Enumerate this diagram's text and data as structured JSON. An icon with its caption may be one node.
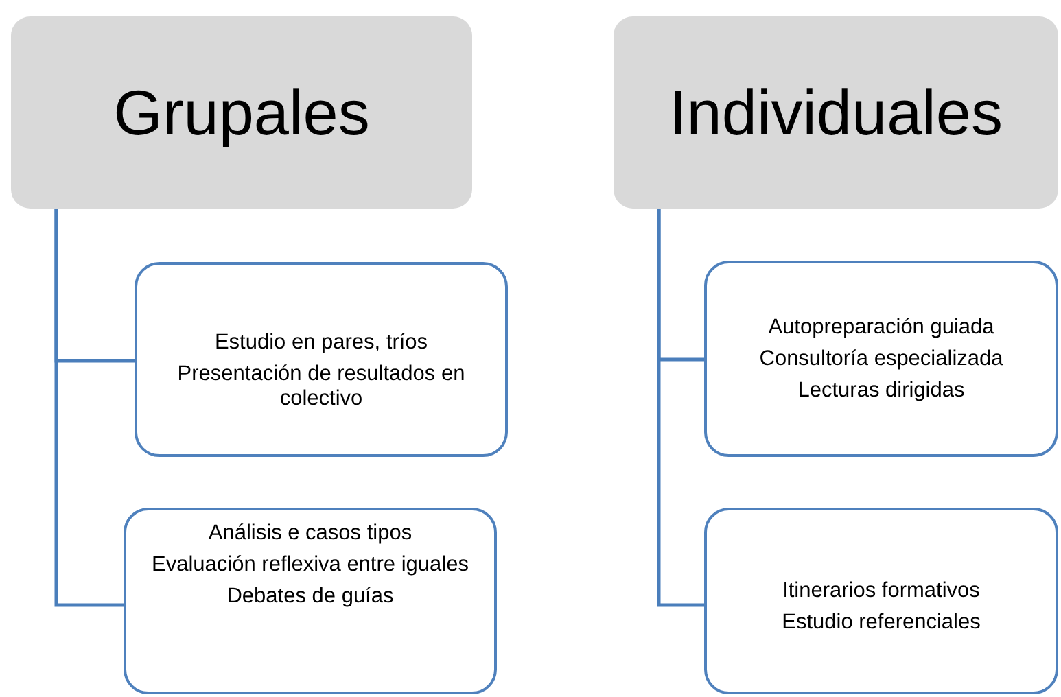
{
  "diagram": {
    "nodes": [
      {
        "text": [
          "Grupales"
        ]
      },
      {
        "text": [
          "Estudio en pares, tríos",
          "Presentación de resultados en colectivo"
        ]
      },
      {
        "text": [
          "Análisis e casos tipos",
          "Evaluación  reflexiva entre iguales",
          "Debates de guías"
        ]
      },
      {
        "text": [
          "Individuales"
        ]
      },
      {
        "text": [
          "Autopreparación guiada",
          "Consultoría especializada",
          "Lecturas dirigidas"
        ]
      },
      {
        "text": [
          "Itinerarios formativos",
          "Estudio referenciales"
        ]
      }
    ],
    "edges": [
      {
        "from": 0,
        "to": 1,
        "arrow": "none"
      },
      {
        "from": 0,
        "to": 2,
        "arrow": "none"
      },
      {
        "from": 3,
        "to": 4,
        "arrow": "none"
      },
      {
        "from": 3,
        "to": 5,
        "arrow": "none"
      }
    ]
  }
}
